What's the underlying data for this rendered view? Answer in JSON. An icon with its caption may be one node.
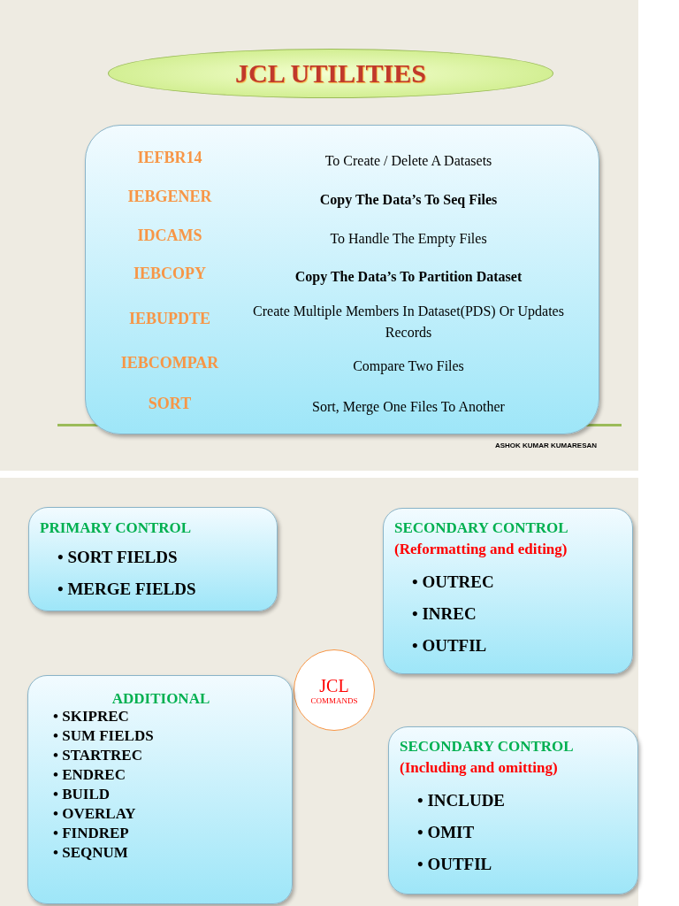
{
  "diagram": {
    "nodes": [
      {
        "text": [
          "JCL UTILITIES"
        ]
      },
      {
        "text": [],
        "shape": "box"
      },
      {
        "text": [
          "PRIMARY CONTROL",
          "• SORT FIELDS",
          "• MERGE FIELDS"
        ]
      },
      {
        "text": [
          "SECONDARY CONTROL",
          "(Reformatting and editing)",
          "• OUTREC",
          "• INREC",
          "• OUTFIL"
        ]
      },
      {
        "text": [
          "JCL",
          "COMMANDS"
        ]
      },
      {
        "text": [
          "ADDITIONAL",
          "• SKIPREC",
          "• SUM FIELDS",
          "• STARTREC",
          "• ENDREC",
          "• BUILD",
          "• OVERLAY",
          "• FINDREP",
          "• SEQNUM"
        ]
      },
      {
        "text": [
          "SECONDARY CONTROL",
          "(Including and omitting)",
          "• INCLUDE",
          "• OMIT",
          "• OUTFIL"
        ]
      }
    ],
    "edges": [],
    "labels": [
      "IEFBR14",
      "To Create / Delete A Datasets",
      "IEBGENER",
      "Copy The Data’s To Seq Files",
      "IDCAMS",
      "To Handle The Empty Files",
      "IEBCOPY",
      "Copy The Data’s To  Partition Dataset",
      "IEBUPDTE",
      "Create Multiple Members In Dataset(PDS) Or Updates Records",
      "IEBCOMPAR",
      "Compare Two Files",
      "SORT",
      "Sort, Merge One Files To Another",
      "ASHOK KUMAR KUMARESAN"
    ]
  }
}
